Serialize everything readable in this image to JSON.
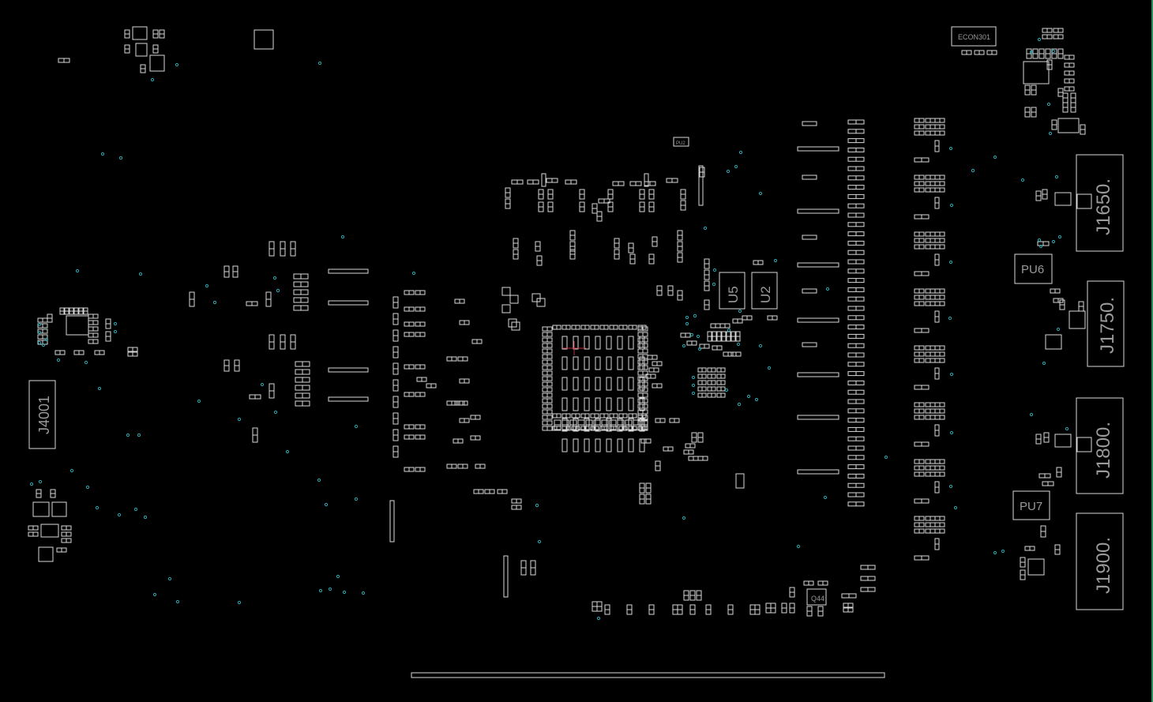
{
  "view": {
    "background": "#000000",
    "outline_color": "#d8d8d8",
    "via_color": "#2aa7b0",
    "edge_color": "#2e8b57",
    "highlight_color": "#c03040"
  },
  "labels": {
    "econ": "ECON301",
    "pu6": "PU6",
    "pu7": "PU7",
    "u5": "U5",
    "u2": "U2",
    "j4001": "J4001",
    "j1650": "J1650.",
    "j1750": "J1750.",
    "j1800": "J1800.",
    "j1900": "J1900.",
    "q44": "Q44",
    "pu2": "PU2"
  }
}
